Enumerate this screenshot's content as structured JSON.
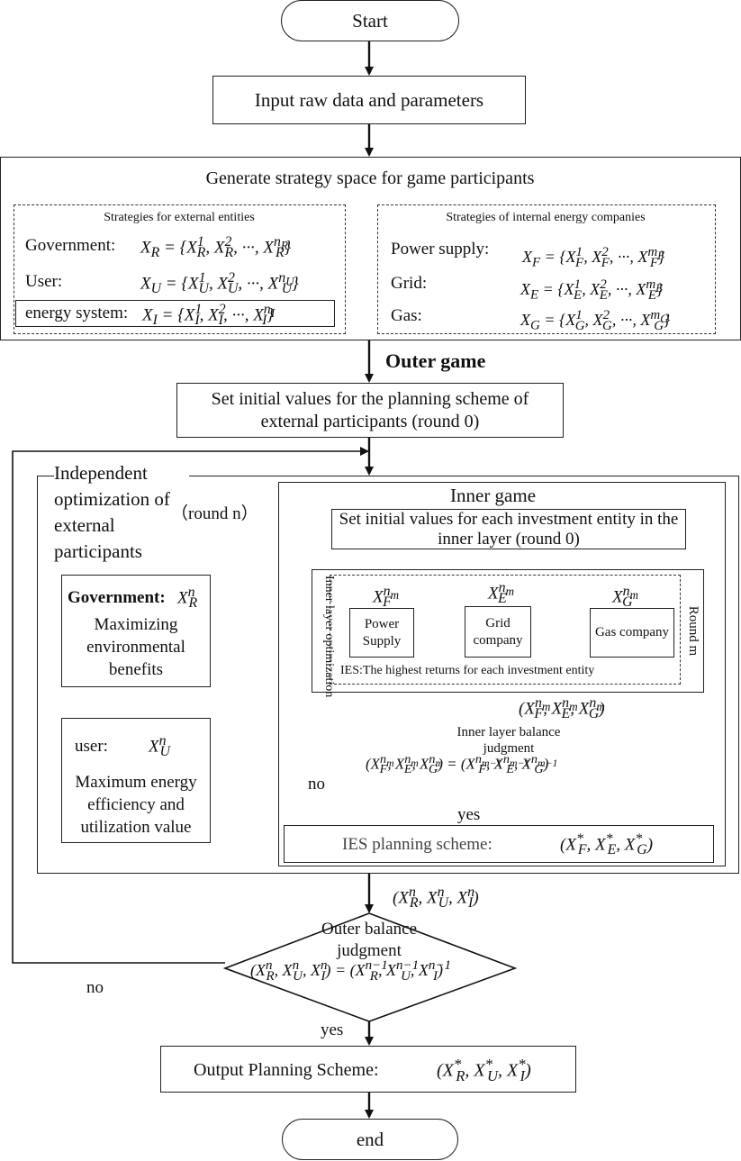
{
  "nodes": {
    "start": "Start",
    "input": "Input raw data and parameters",
    "strategy_space": {
      "title": "Generate strategy space for game participants",
      "external": {
        "heading": "Strategies for external entities",
        "government": {
          "label": "Government:",
          "formula": "X_R = {X_R^1, X_R^2, ···, X_R^{n_R}}"
        },
        "user": {
          "label": "User:",
          "formula": "X_U = {X_U^1, X_U^2, ···, X_U^{n_U}}"
        },
        "energy_system": {
          "label": "energy system:",
          "formula": "X_I = {X_I^1, X_I^2, ···, X_I^{n_I}}"
        }
      },
      "internal": {
        "heading": "Strategies of internal energy companies",
        "power_supply": {
          "label": "Power supply:",
          "formula": "X_F = {X_F^1, X_F^2, ···, X_F^{m_F}}"
        },
        "grid": {
          "label": "Grid:",
          "formula": "X_E = {X_E^1, X_E^2, ···, X_E^{m_E}}"
        },
        "gas": {
          "label": "Gas:",
          "formula": "X_G = {X_G^1, X_G^2, ···, X_G^{m_G}}"
        }
      }
    },
    "outer_game": "Outer game",
    "set_initial_outer": "Set initial values for the planning scheme of external participants (round 0)",
    "independent_opt": {
      "title": "Independent optimization of external participants",
      "round": "（round n）",
      "government": {
        "label": "Government:",
        "symbol": "X_R^n",
        "text": "Maximizing environmental benefits"
      },
      "user": {
        "label": "user:",
        "symbol": "X_U^n",
        "text": "Maximum energy efficiency and utilization value"
      }
    },
    "inner_game": {
      "title": "Inner game",
      "set_initial_inner": "Set initial values for each investment entity in the inner layer (round 0)",
      "inner_opt_label": "Inner layer optimization",
      "round_m": "Round m",
      "power_supply": "Power Supply",
      "grid_company": "Grid company",
      "gas_company": "Gas company",
      "sym_f": "X_F^{n_m}",
      "sym_e": "X_E^{n_m}",
      "sym_g": "X_G^{n_m}",
      "ies_objective": "IES:The highest returns for each investment entity",
      "tuple_out": "(X_F^{n_m}, X_E^{n_m}, X_G^{n_m})",
      "balance_title": "Inner layer balance judgment",
      "balance_formula": "(X_F^{n_m}, X_E^{n_m}, X_G^{n_m}) = (X_F^{n_{m-1}}, X_E^{n_{m-1}}, X_G^{n_{m-1}})",
      "no": "no",
      "yes": "yes",
      "ies_scheme_label": "IES planning scheme:",
      "ies_scheme_formula": "(X_F^*, X_E^*, X_G^*)"
    },
    "outer_tuple": "(X_R^n, X_U^n, X_I^n)",
    "outer_balance": {
      "title": "Outer balance judgment",
      "formula": "(X_R^n, X_U^n, X_I^n) = (X_R^{n-1}, X_U^{n-1}, X_I^{n-1})",
      "no": "no",
      "yes": "yes"
    },
    "output": {
      "label": "Output Planning Scheme:",
      "formula": "(X_R^*, X_U^*, X_I^*)"
    },
    "end": "end"
  }
}
